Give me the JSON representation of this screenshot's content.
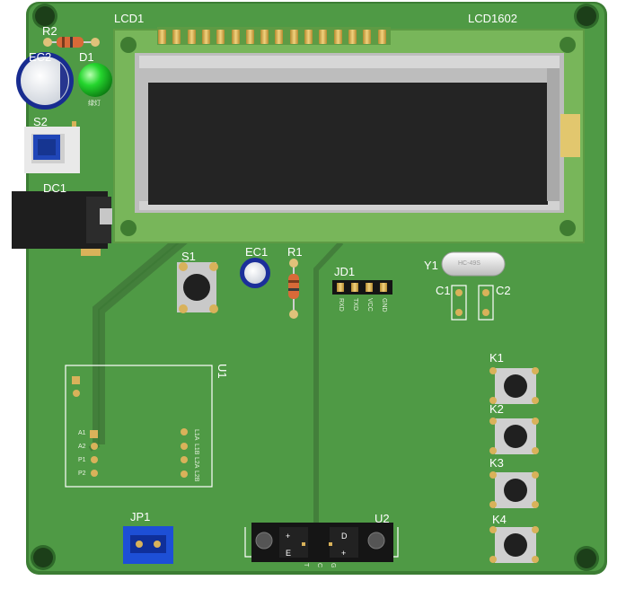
{
  "board": {
    "colors": {
      "pcb": "#4f9a45",
      "pcb_edge": "#3b7a33",
      "lcd_glass": "#242424",
      "header_gold": "#d9b25a",
      "button_body": "#c9c9c9",
      "electrolytic_blue": "#1b2f9a",
      "led_green": "#1fcf2a",
      "jumper_blue": "#1d4fd6"
    },
    "refs": {
      "lcd": "LCD1",
      "lcd_model": "LCD1602",
      "r2": "R2",
      "ec2": "EC2",
      "d1": "D1",
      "s2": "S2",
      "dc1": "DC1",
      "s1": "S1",
      "ec1": "EC1",
      "r1": "R1",
      "jd1": "JD1",
      "y1": "Y1",
      "c1": "C1",
      "c2": "C2",
      "k1": "K1",
      "k2": "K2",
      "k3": "K3",
      "k4": "K4",
      "u1": "U1",
      "jp1": "JP1",
      "u2": "U2"
    },
    "jd1_pins": [
      "RXD",
      "TXD",
      "VCC",
      "GND"
    ],
    "u2_pins": [
      "+",
      "E",
      "D",
      "+"
    ],
    "u2_bottom_pins": [
      "T",
      "C",
      "G"
    ],
    "u1_left_pins": [
      "A1",
      "A2",
      "P1",
      "P2"
    ],
    "u1_right_pins": [
      "L1A",
      "L1B",
      "L2A",
      "L2B"
    ],
    "crystal_marking": "HC-49S",
    "led_marking": "绿灯"
  }
}
